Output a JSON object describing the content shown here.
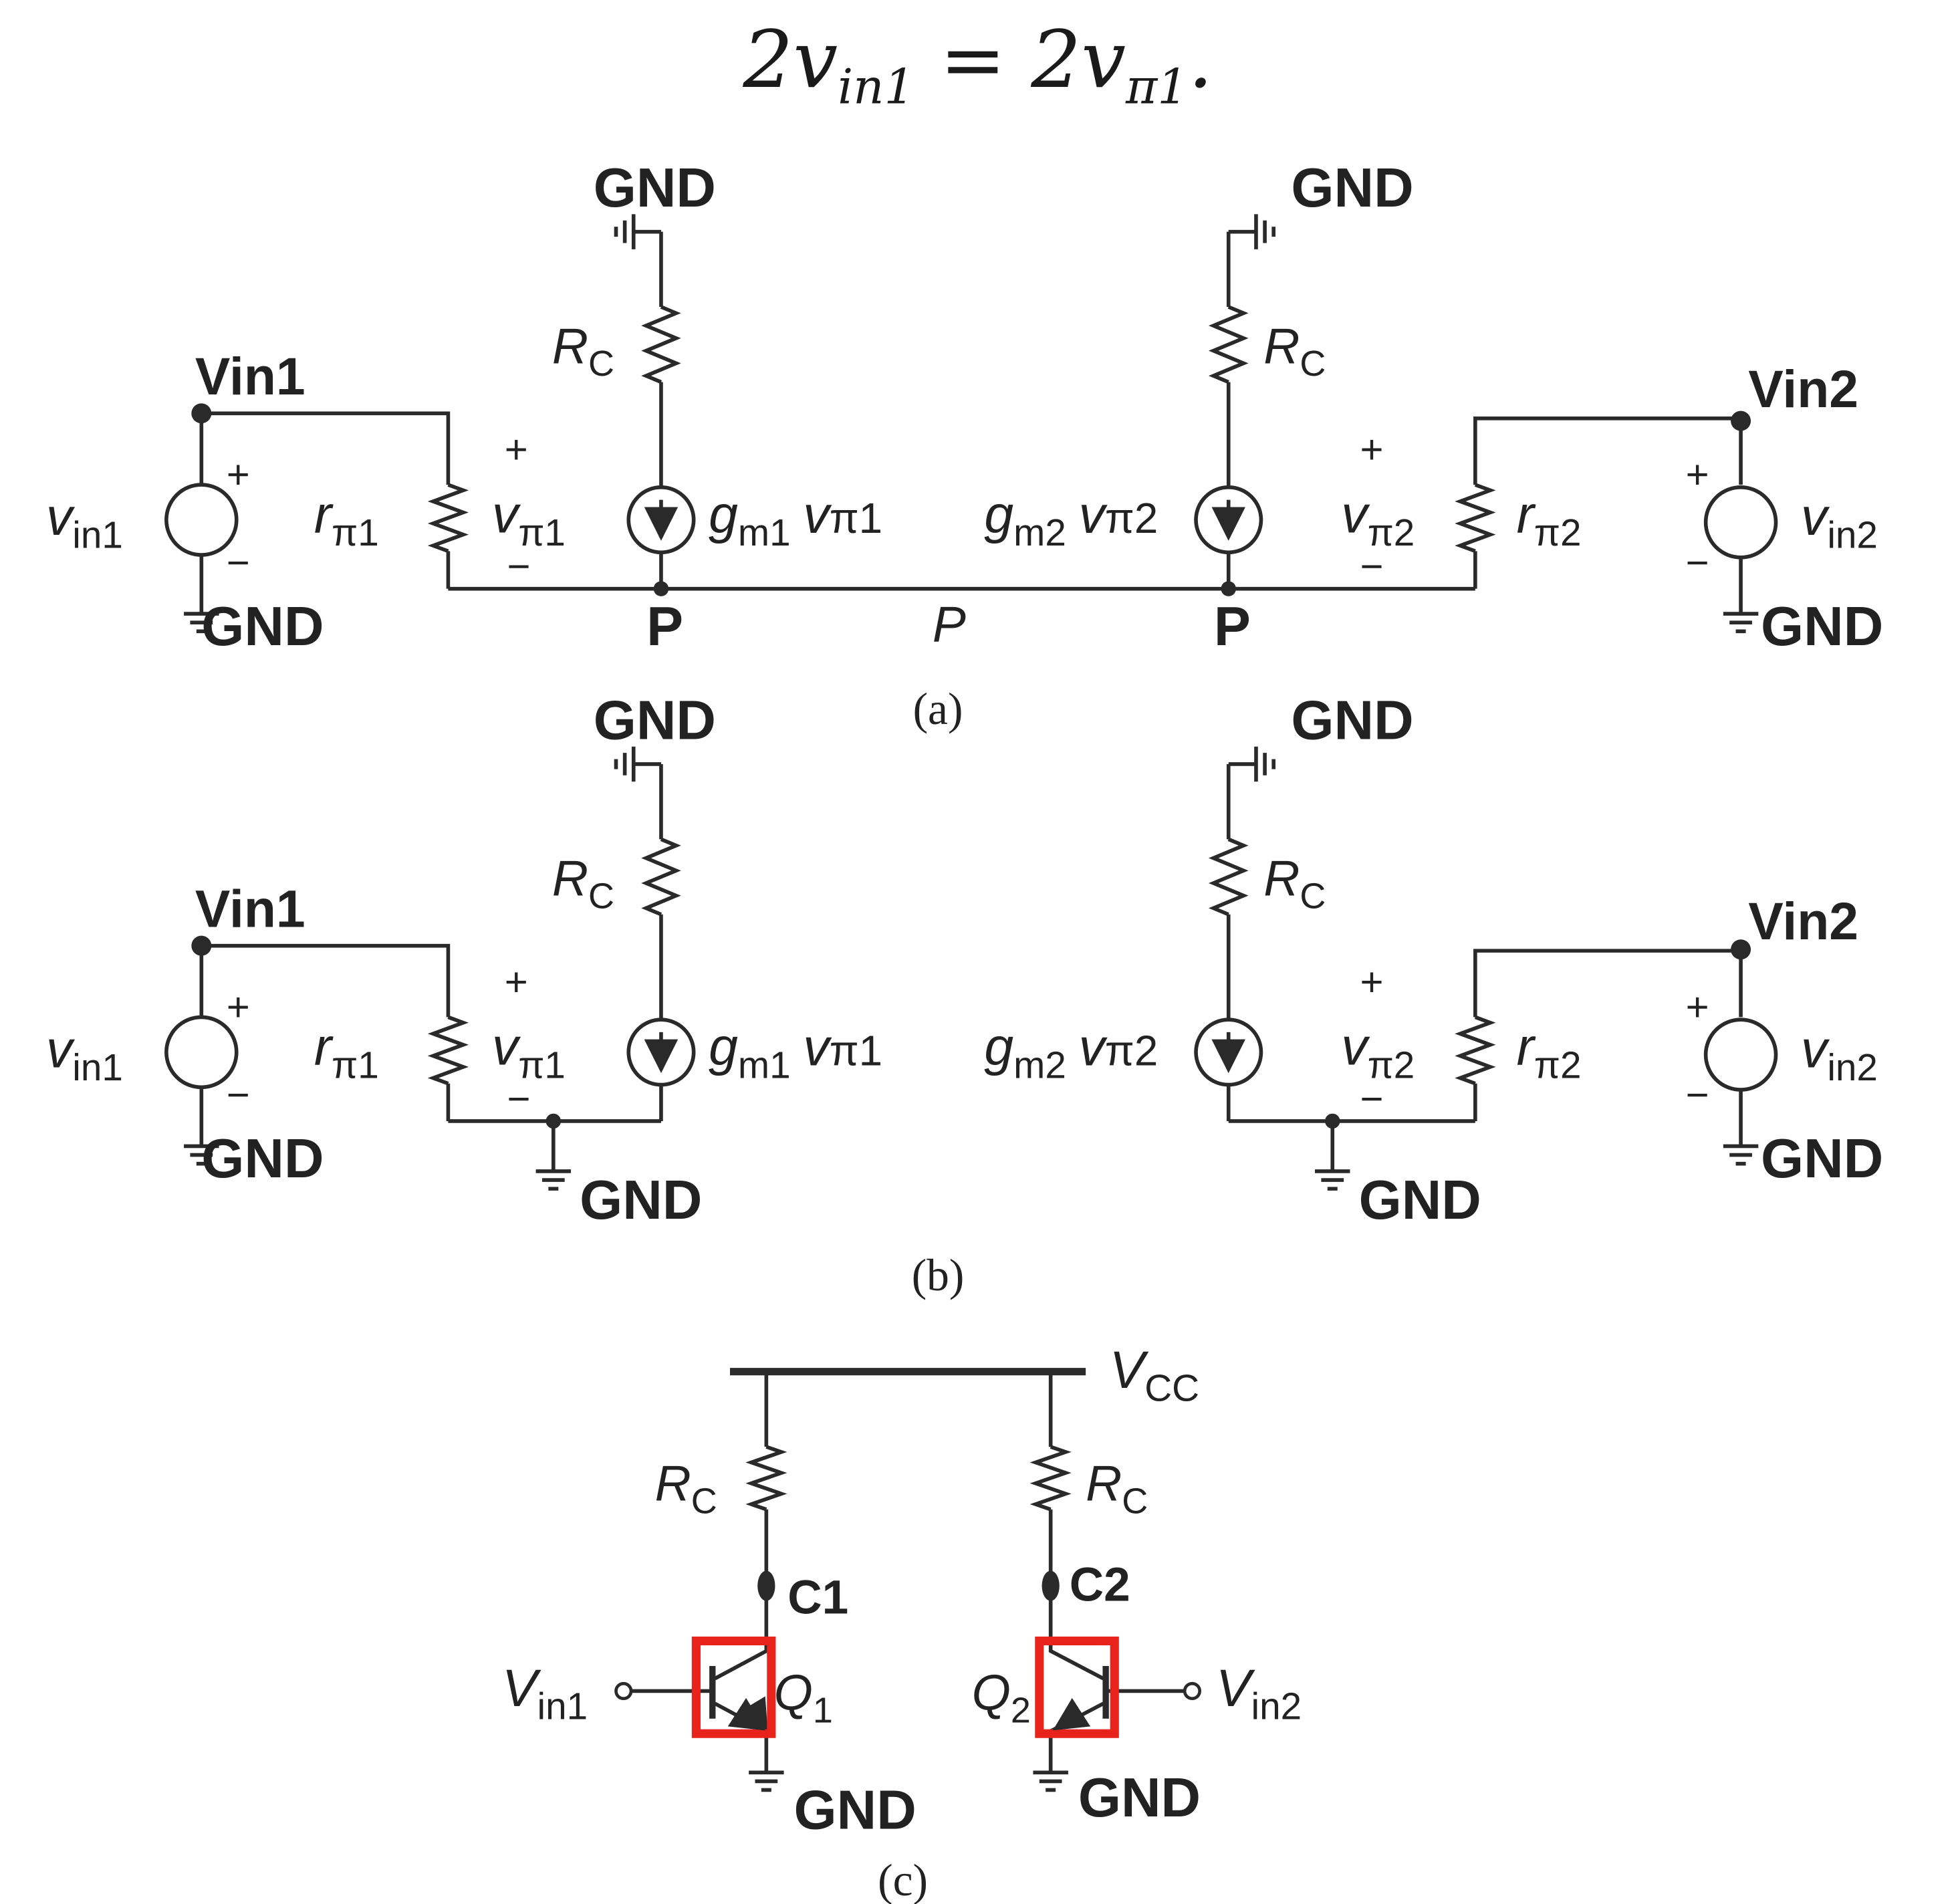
{
  "equation": {
    "lhs_coef": "2",
    "lhs_var": "v",
    "lhs_sub": "in1",
    "op": "=",
    "rhs_coef": "2",
    "rhs_var": "v",
    "rhs_sub": "π1",
    "end": "."
  },
  "labels": {
    "gnd": "GND",
    "rc_main": "R",
    "rc_sub": "C",
    "vin1_node": "Vin1",
    "vin2_node": "Vin2",
    "vin1_src_main": "v",
    "vin1_src_sub": "in1",
    "vin2_src_main": "v",
    "vin2_src_sub": "in2",
    "rpi1_main": "r",
    "rpi1_sub": "π1",
    "rpi2_main": "r",
    "rpi2_sub": "π2",
    "vpi1_main": "v",
    "vpi1_sub": "π1",
    "vpi2_main": "v",
    "vpi2_sub": "π2",
    "gm1_g": "g",
    "gm1_sub": "m1",
    "gm1_v": "v",
    "gm1_vsub": "π1",
    "gm2_g": "g",
    "gm2_sub": "m2",
    "gm2_v": "v",
    "gm2_vsub": "π2",
    "plus": "+",
    "minus": "−",
    "node_p": "P",
    "vcc_main": "V",
    "vcc_sub": "CC",
    "c1": "C1",
    "c2": "C2",
    "q1_main": "Q",
    "q1_sub": "1",
    "q2_main": "Q",
    "q2_sub": "2",
    "vin1_in_main": "V",
    "vin1_in_sub": "in1",
    "vin2_in_main": "V",
    "vin2_in_sub": "in2"
  },
  "captions": {
    "a": "(a)",
    "b": "(b)",
    "c": "(c)"
  },
  "colors": {
    "wire": "#2a2a2a",
    "highlight": "#e8231c",
    "text": "#222222"
  }
}
